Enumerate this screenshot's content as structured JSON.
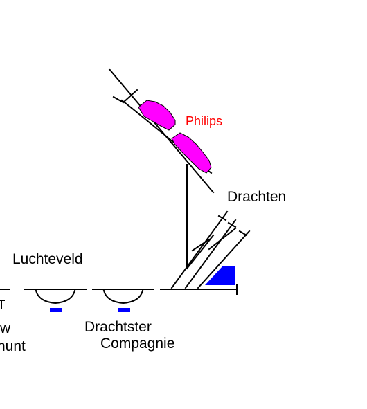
{
  "labels": {
    "philips": "Philips",
    "drachten": "Drachten",
    "luchteveld": "Luchteveld",
    "drachtster_line1": "Drachtster",
    "drachtster_line2": "Compagnie",
    "cut_line1": "w",
    "cut_line2": "hunt"
  },
  "colors": {
    "track": "#000000",
    "industry": "#ff00ff",
    "platform": "#0000ff",
    "industry_label": "#ff0000",
    "background": "#ffffff"
  }
}
